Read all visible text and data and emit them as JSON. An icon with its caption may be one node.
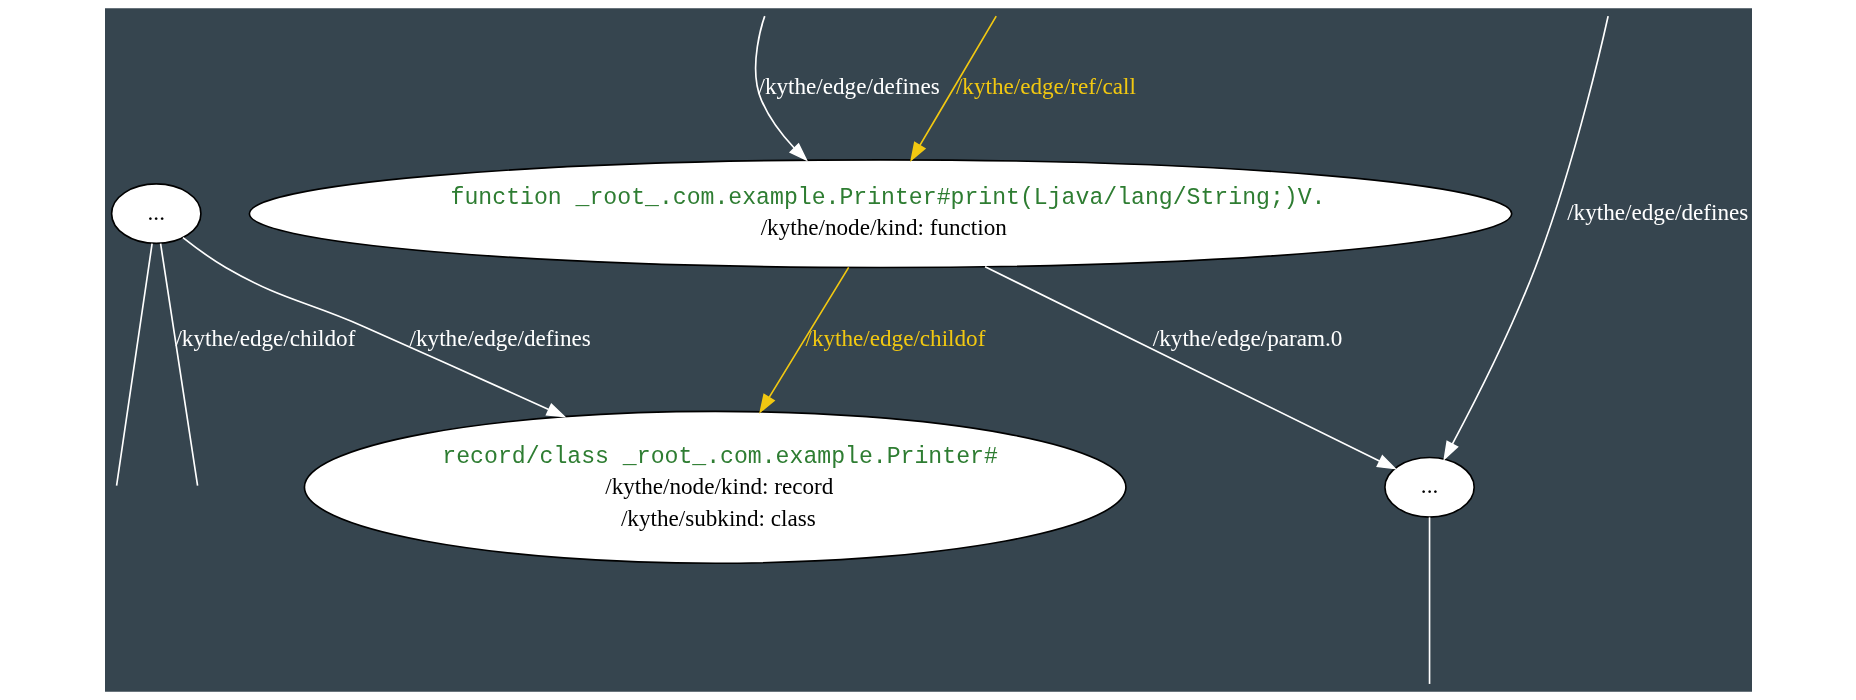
{
  "diagram": {
    "nodes": [
      {
        "text": [
          "..."
        ]
      },
      {
        "text": [
          "function _root_.com.example.Printer#print(Ljava/lang/String;)V.",
          "/kythe/node/kind: function"
        ]
      },
      {
        "text": [
          "record/class _root_.com.example.Printer#",
          "/kythe/node/kind: record",
          "/kythe/subkind: class"
        ]
      },
      {
        "text": [
          "..."
        ]
      }
    ],
    "edges": [
      {
        "from": null,
        "to": 1,
        "arrow": "to",
        "label": "/kythe/edge/ref/call",
        "color": "#f2c811"
      },
      {
        "from": null,
        "to": 1,
        "arrow": "to",
        "label": "/kythe/edge/defines"
      },
      {
        "from": 0,
        "to": null,
        "arrow": "none",
        "label": "/kythe/edge/childof"
      },
      {
        "from": 0,
        "to": 2,
        "arrow": "to",
        "label": "/kythe/edge/defines"
      },
      {
        "from": 0,
        "to": null,
        "arrow": "none"
      },
      {
        "from": null,
        "to": 3,
        "arrow": "to",
        "label": "/kythe/edge/defines"
      },
      {
        "from": 1,
        "to": 2,
        "arrow": "to",
        "label": "/kythe/edge/childof",
        "color": "#f2c811"
      },
      {
        "from": 1,
        "to": 3,
        "arrow": "to",
        "label": "/kythe/edge/param.0"
      },
      {
        "from": 3,
        "to": null,
        "arrow": "none"
      }
    ]
  }
}
